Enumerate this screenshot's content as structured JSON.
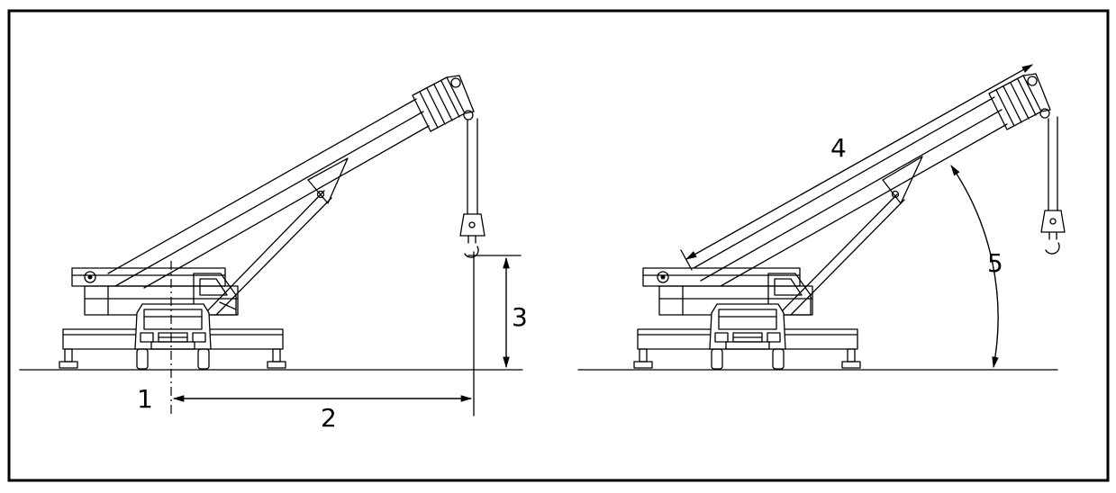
{
  "labels": {
    "radius_origin": "1",
    "working_radius": "2",
    "lift_height": "3",
    "boom_length": "4",
    "boom_angle": "5"
  },
  "colors": {
    "stroke": "#000000",
    "background": "#ffffff"
  }
}
